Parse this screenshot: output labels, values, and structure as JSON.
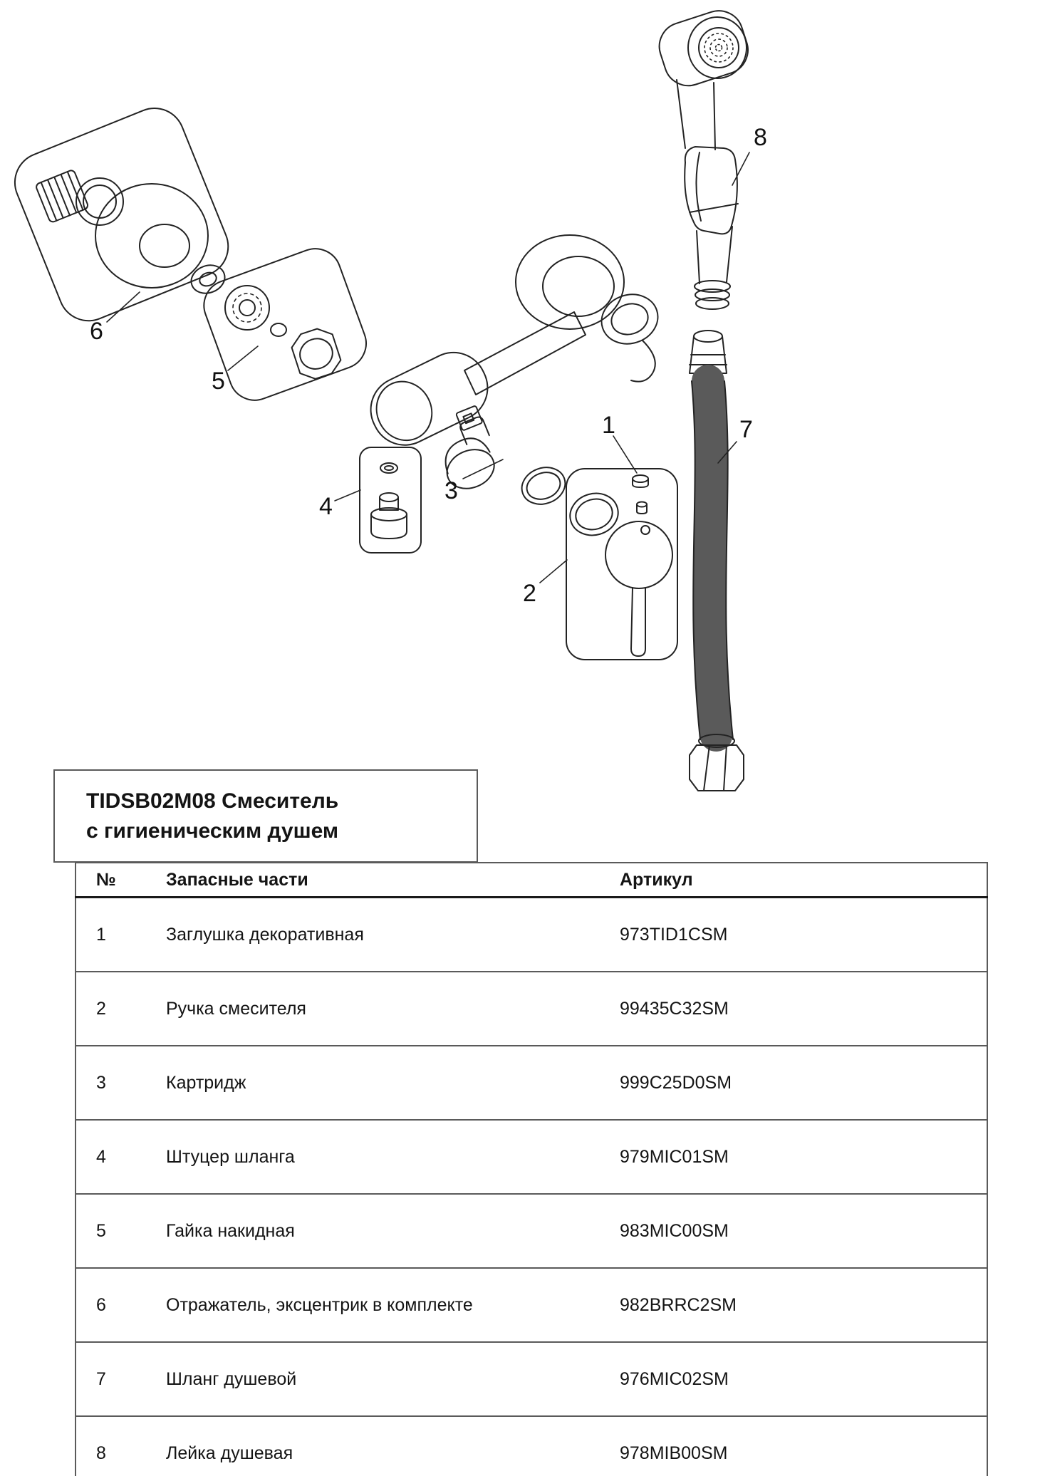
{
  "diagram": {
    "callouts": [
      "1",
      "2",
      "3",
      "4",
      "5",
      "6",
      "7",
      "8"
    ]
  },
  "info": {
    "title_line1": "TIDSB02M08 Смеситель",
    "title_line2": "с гигиеническим душем"
  },
  "table": {
    "headers": {
      "num": "№",
      "part": "Запасные части",
      "article": "Артикул"
    },
    "rows": [
      {
        "num": "1",
        "part": "Заглушка декоративная",
        "article": "973TID1CSM"
      },
      {
        "num": "2",
        "part": "Ручка смесителя",
        "article": "99435C32SM"
      },
      {
        "num": "3",
        "part": "Картридж",
        "article": "999C25D0SM"
      },
      {
        "num": "4",
        "part": "Штуцер шланга",
        "article": "979MIC01SM"
      },
      {
        "num": "5",
        "part": "Гайка накидная",
        "article": "983MIC00SM"
      },
      {
        "num": "6",
        "part": "Отражатель, эксцентрик в комплекте",
        "article": "982BRRC2SM"
      },
      {
        "num": "7",
        "part": "Шланг душевой",
        "article": "976MIC02SM"
      },
      {
        "num": "8",
        "part": "Лейка душевая",
        "article": "978MIB00SM"
      }
    ]
  }
}
